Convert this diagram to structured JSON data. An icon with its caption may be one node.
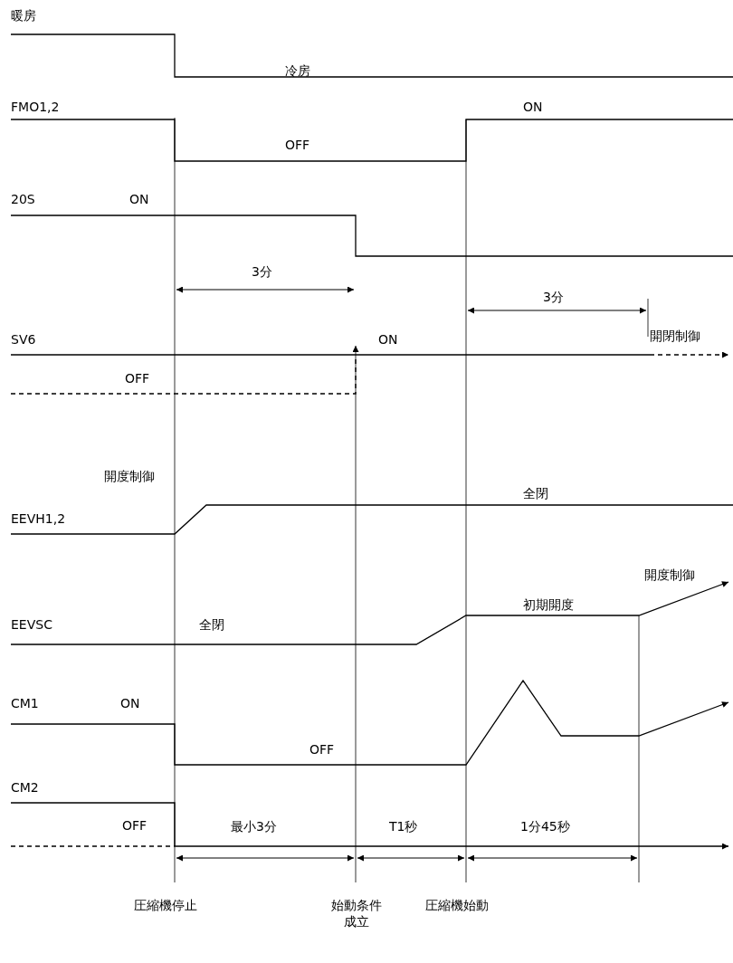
{
  "diagram": {
    "labels": [
      "暖房",
      "冷房",
      "FMO1,2",
      "ON",
      "OFF",
      "20S",
      "ON",
      "3分",
      "3分",
      "SV6",
      "ON",
      "開閉制御",
      "OFF",
      "開度制御",
      "全閉",
      "EEVH1,2",
      "開度制御",
      "初期開度",
      "EEVSC",
      "全閉",
      "CM1",
      "ON",
      "OFF",
      "CM2",
      "OFF",
      "最小3分",
      "T1秒",
      "1分45秒",
      "圧縮機停止",
      "始動条件成立",
      "圧縮機始動"
    ]
  }
}
